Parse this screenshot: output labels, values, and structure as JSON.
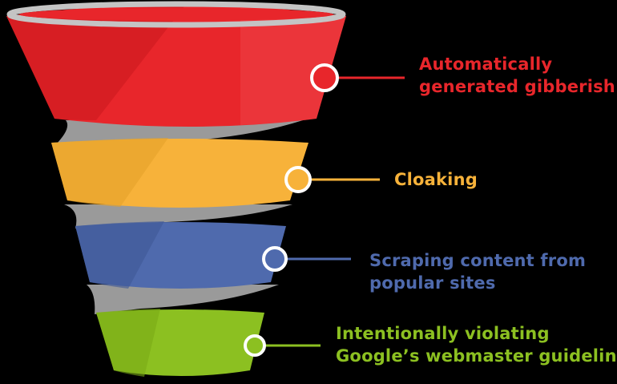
{
  "stages": [
    {
      "lines": [
        "Automatically",
        "generated gibberish"
      ],
      "color": "#e8262b",
      "dark": "#c8181e"
    },
    {
      "lines": [
        "Cloaking"
      ],
      "color": "#f7b23a",
      "dark": "#e5a12a"
    },
    {
      "lines": [
        "Scraping content from",
        "popular sites"
      ],
      "color": "#4f6aad",
      "dark": "#3f5896"
    },
    {
      "lines": [
        "Intentionally violating",
        "Google’s webmaster guidelines"
      ],
      "color": "#8cc021",
      "dark": "#79aa16"
    }
  ]
}
